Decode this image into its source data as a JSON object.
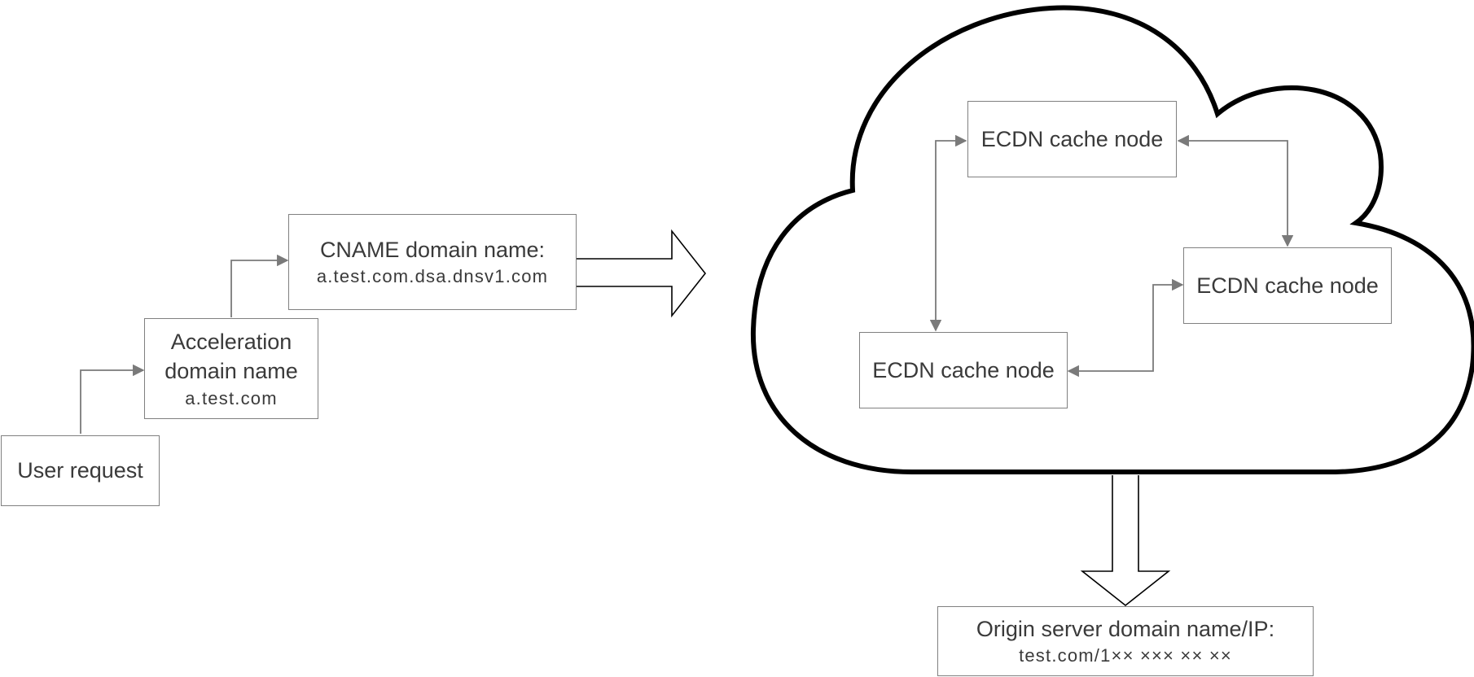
{
  "user_request": {
    "label": "User request"
  },
  "acceleration_domain": {
    "line1": "Acceleration",
    "line2": "domain name",
    "value": "a.test.com"
  },
  "cname_domain": {
    "label": "CNAME domain name:",
    "value": "a.test.com.dsa.dnsv1.com"
  },
  "ecdn_nodes": [
    {
      "label": "ECDN cache node"
    },
    {
      "label": "ECDN cache node"
    },
    {
      "label": "ECDN cache node"
    }
  ],
  "origin_server": {
    "label": "Origin server domain name/IP:",
    "value": "test.com/1×× ××× ×× ××"
  },
  "colors": {
    "connector": "#7a7a7a",
    "box_border": "#808080",
    "cloud_outline": "#000000",
    "text": "#3a3a3a"
  }
}
